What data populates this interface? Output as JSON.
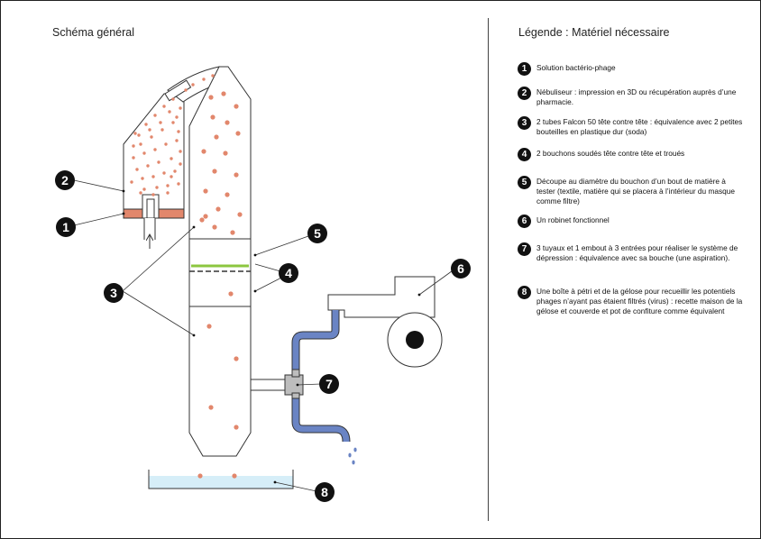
{
  "titles": {
    "left": "Schéma général",
    "right": "Légende : Matériel nécessaire"
  },
  "colors": {
    "particle": "#e2876c",
    "solution": "#e2876c",
    "filter": "#8cc63f",
    "tubing": "#6a84c4",
    "petri_liquid": "#d6eef8",
    "connector": "#bdbdbd"
  },
  "diagram": {
    "callouts": [
      "1",
      "2",
      "3",
      "4",
      "5",
      "6",
      "7",
      "8"
    ]
  },
  "legend": [
    {
      "num": "1",
      "text": "Solution bactério-phage"
    },
    {
      "num": "2",
      "text": "Nébuliseur : impression en 3D ou récupération auprès d’une pharmacie."
    },
    {
      "num": "3",
      "text": "2 tubes Falcon 50 tête contre tête : équivalence avec 2 petites bouteilles en plastique dur (soda)"
    },
    {
      "num": "4",
      "text": "2 bouchons soudés tête contre tête et troués"
    },
    {
      "num": "5",
      "text": "Découpe au diamètre du bouchon d’un bout de matière à tester (textile, matière qui se placera à l’intérieur du masque comme filtre)"
    },
    {
      "num": "6",
      "text": "Un robinet fonctionnel"
    },
    {
      "num": "7",
      "text": "3 tuyaux et 1 embout à 3 entrées pour réaliser le système de dépression : équivalence avec sa bouche (une aspiration)."
    },
    {
      "num": "8",
      "text": "Une boîte à pétri et de la gélose pour recueillir les potentiels phages n’ayant pas étaient filtrés (virus) : recette maison de la gélose et couverde et pot de confiture comme équivalent"
    }
  ]
}
